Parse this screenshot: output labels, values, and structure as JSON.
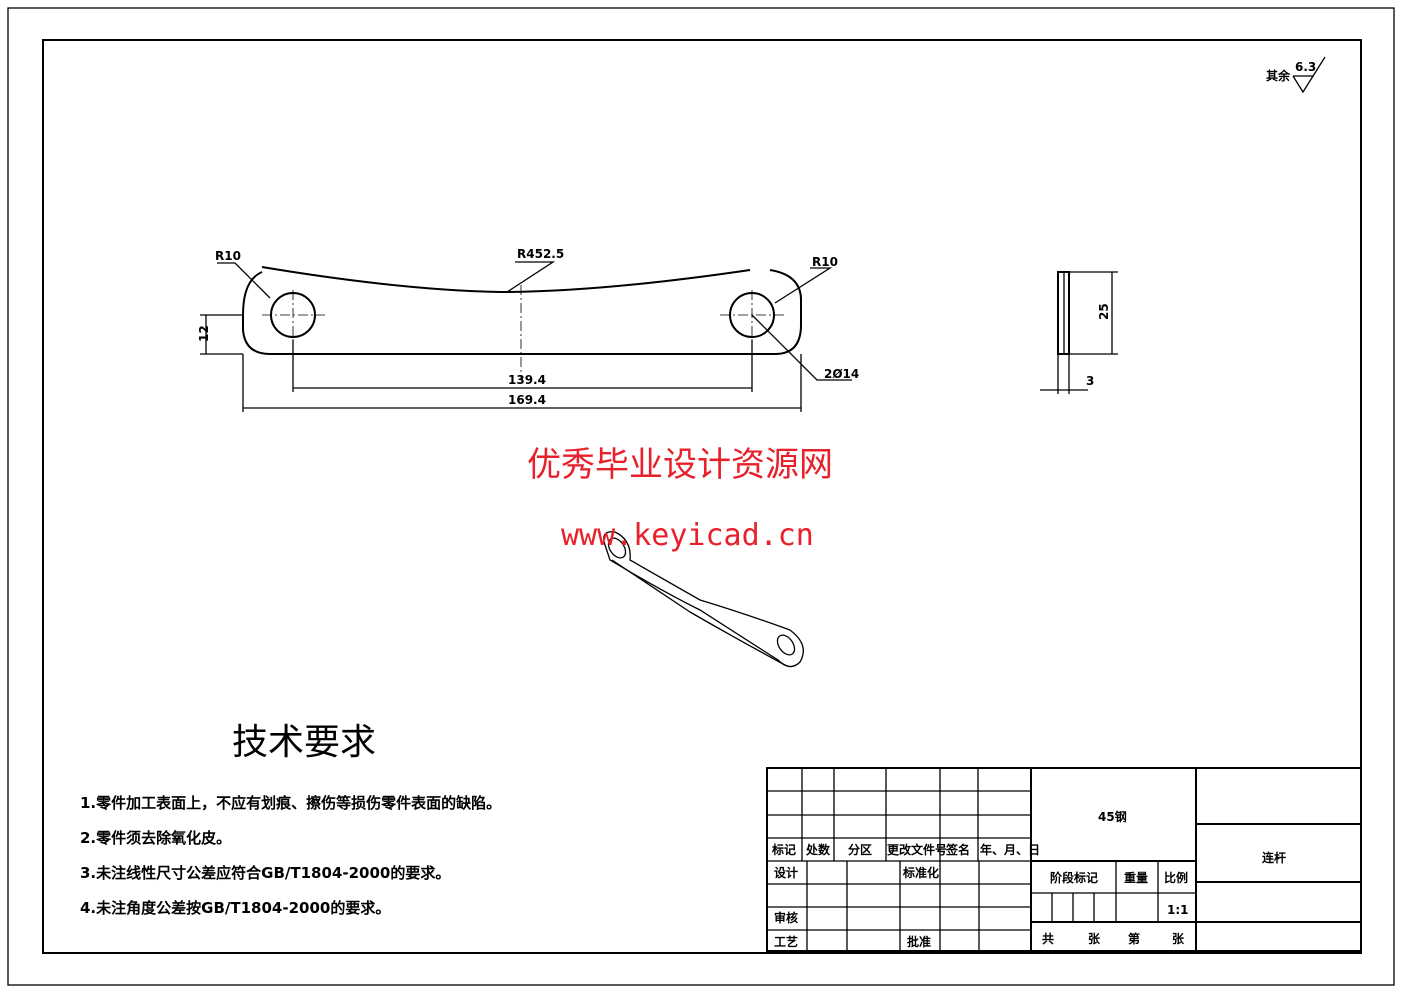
{
  "roughness": {
    "label": "其余",
    "value": "6.3"
  },
  "front_view": {
    "dims": {
      "r_left": "R10",
      "r_arc": "R452.5",
      "r_right": "R10",
      "height": "12",
      "hole_pitch": "139.4",
      "overall": "169.4",
      "holes": "2Ø14"
    }
  },
  "side_view": {
    "dims": {
      "width": "25",
      "thickness": "3"
    }
  },
  "watermark": {
    "title": "优秀毕业设计资源网",
    "url": "www.keyicad.cn"
  },
  "requirements": {
    "title": "技术要求",
    "items": [
      "1.零件加工表面上，不应有划痕、擦伤等损伤零件表面的缺陷。",
      "2.零件须去除氧化皮。",
      "3.未注线性尺寸公差应符合GB/T1804-2000的要求。",
      "4.未注角度公差按GB/T1804-2000的要求。"
    ]
  },
  "title_block": {
    "headers": [
      "标记",
      "处数",
      "分区",
      "更改文件号",
      "签名",
      "年、月、日"
    ],
    "design": "设计",
    "standard": "标准化",
    "review": "审核",
    "process": "工艺",
    "approve": "批准",
    "material": "45钢",
    "stage": "阶段标记",
    "weight": "重量",
    "scale_label": "比例",
    "scale": "1:1",
    "sheets": [
      "共",
      "张",
      "第",
      "张"
    ],
    "part_name": "连杆"
  }
}
